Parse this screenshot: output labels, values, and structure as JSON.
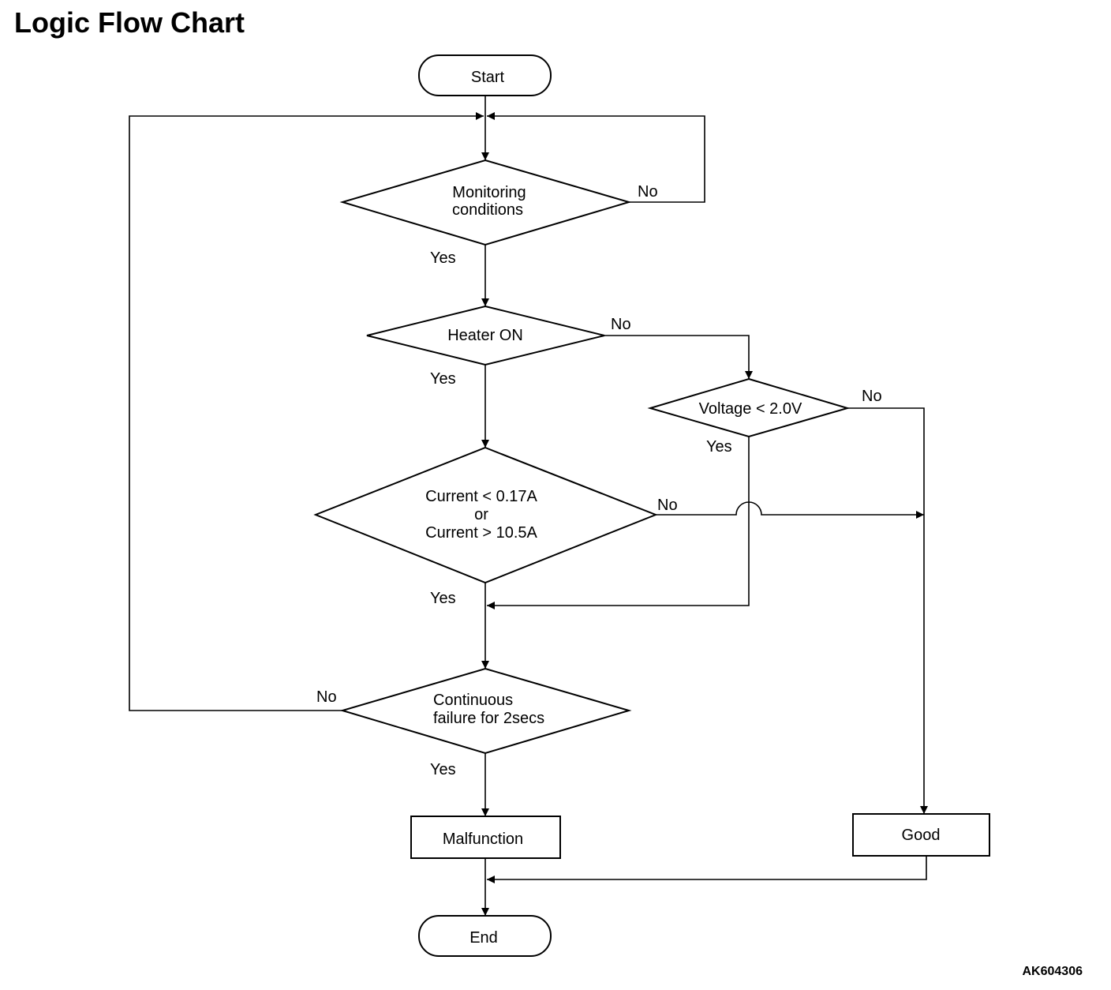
{
  "title": "Logic Flow Chart",
  "figure_id": "AK604306",
  "nodes": {
    "start": "Start",
    "monitoring_line1": "Monitoring",
    "monitoring_line2": "conditions",
    "heater": "Heater ON",
    "voltage": "Voltage < 2.0V",
    "current_line1": "Current < 0.17A",
    "current_line2": "or",
    "current_line3": "Current > 10.5A",
    "continuous_line1": "Continuous",
    "continuous_line2": "failure for 2secs",
    "malfunction": "Malfunction",
    "good": "Good",
    "end": "End"
  },
  "labels": {
    "yes": "Yes",
    "no": "No"
  }
}
